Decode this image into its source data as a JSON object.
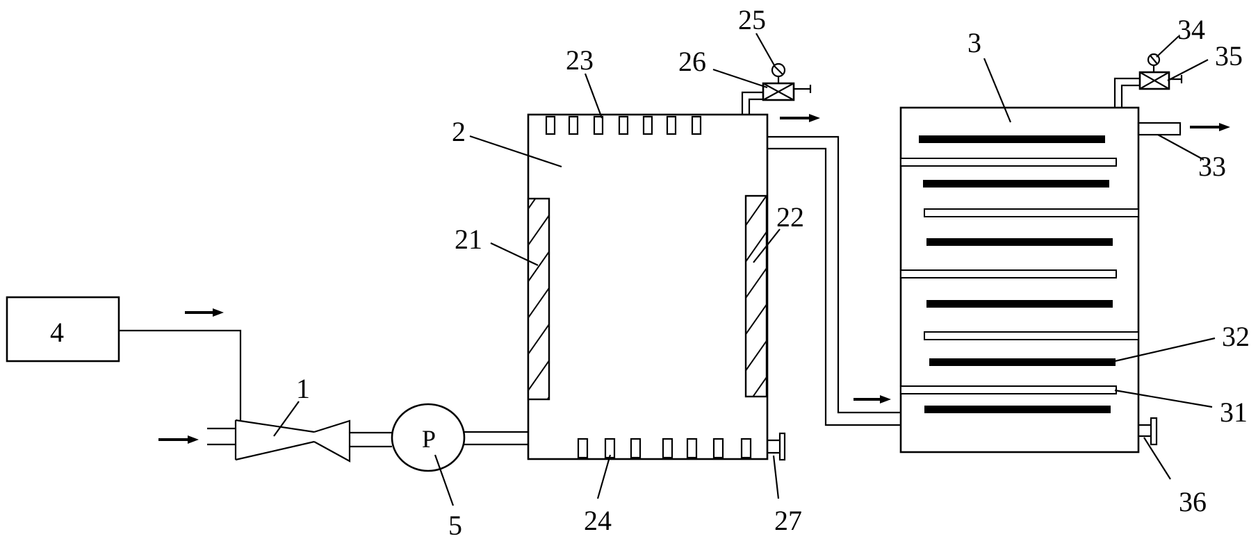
{
  "labels": {
    "n1": "1",
    "n2": "2",
    "n3": "3",
    "n4": "4",
    "n5": "5",
    "n21": "21",
    "n22": "22",
    "n23": "23",
    "n24": "24",
    "n25": "25",
    "n26": "26",
    "n27": "27",
    "n31": "31",
    "n32": "32",
    "n33": "33",
    "n34": "34",
    "n35": "35",
    "n36": "36"
  },
  "pump": {
    "letter": "P"
  }
}
